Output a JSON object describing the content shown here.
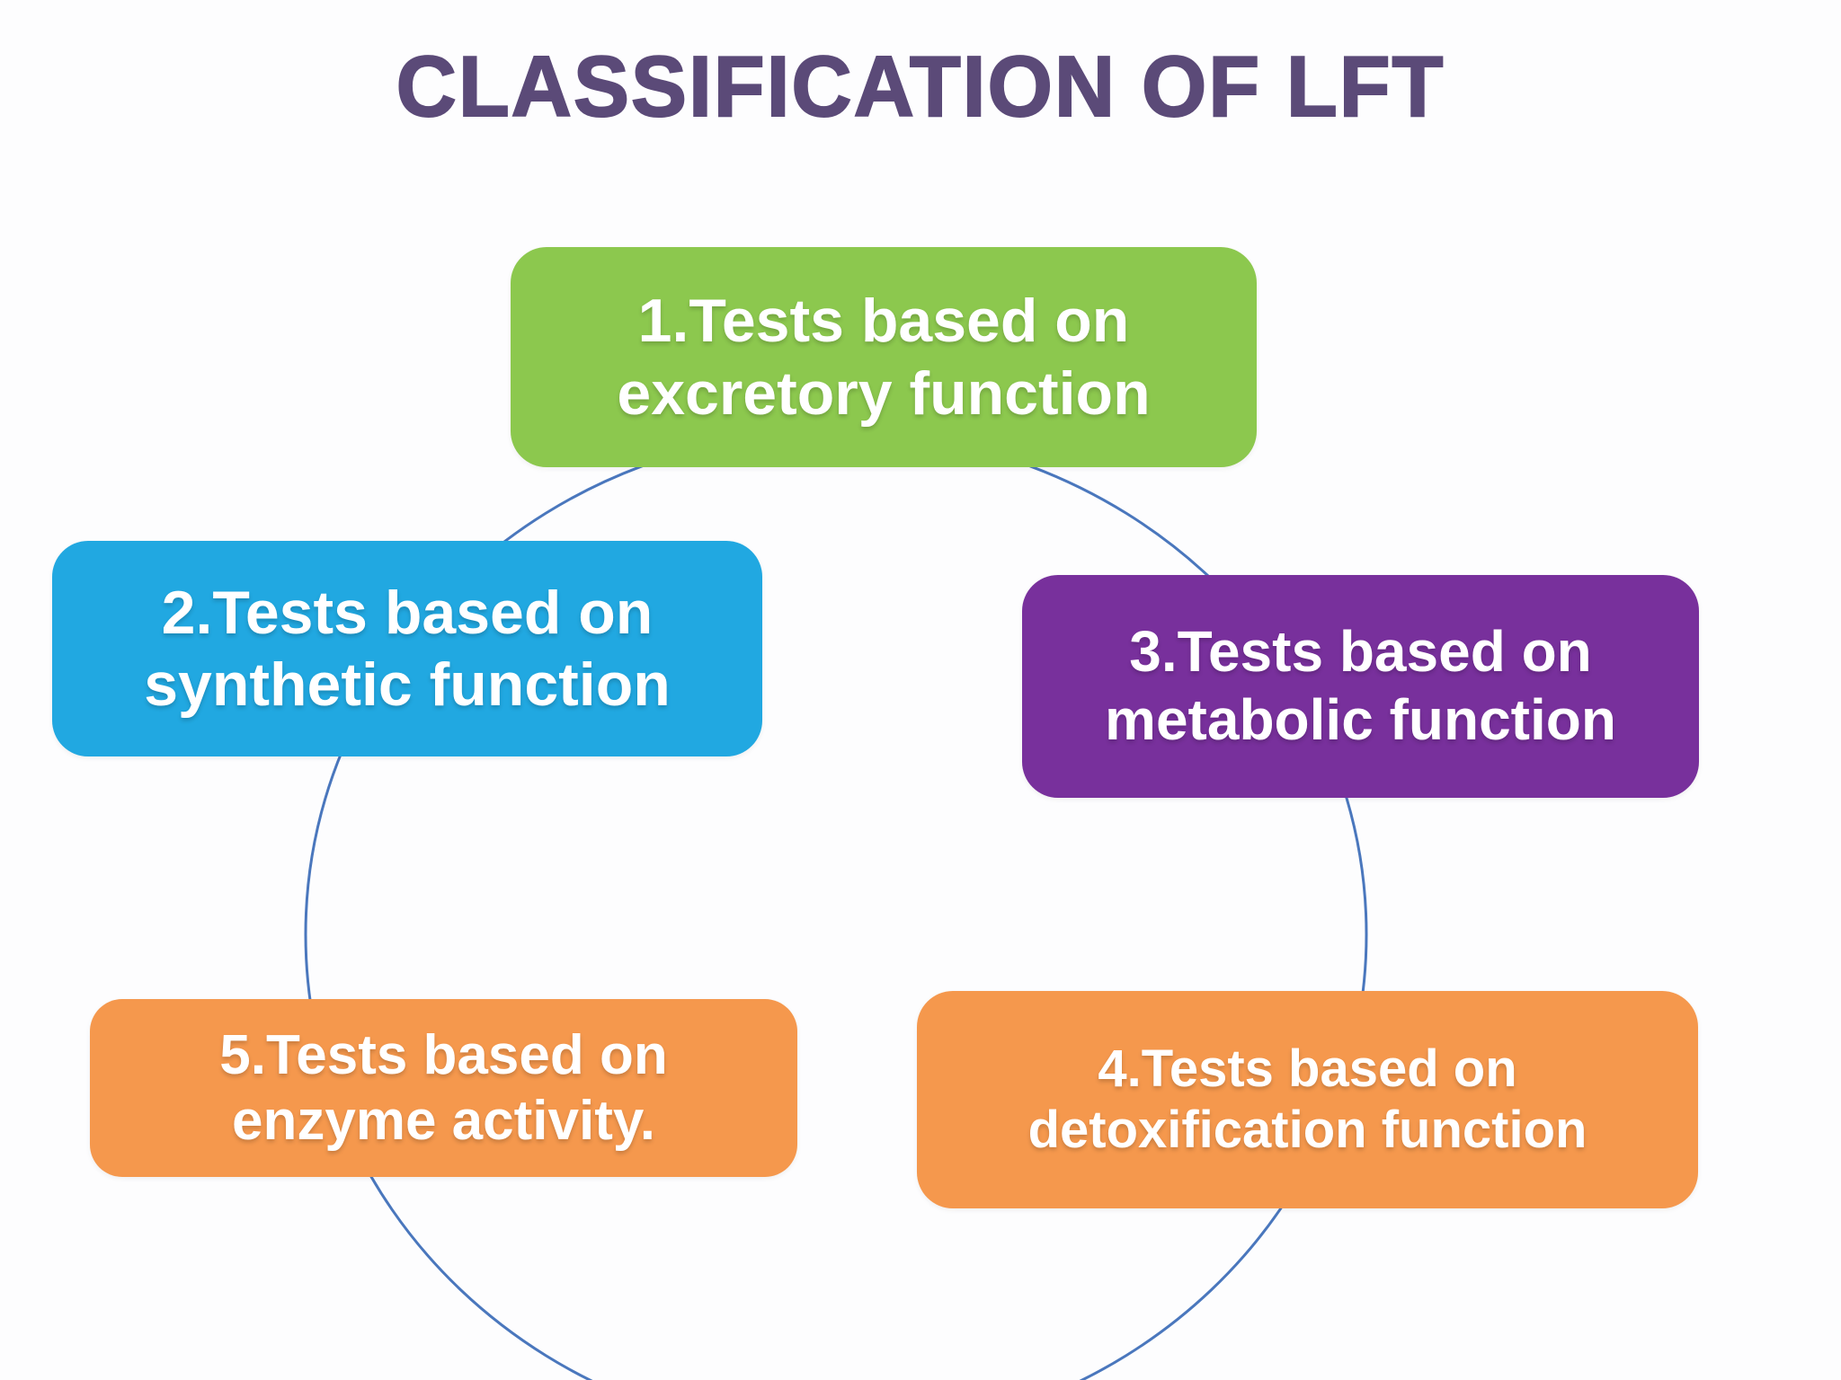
{
  "title": {
    "text": "CLASSIFICATION OF LFT",
    "color": "#5b4a78"
  },
  "diagram": {
    "type": "cycle",
    "circle_color": "#4a77bd",
    "text_color": "#ffffff",
    "nodes": [
      {
        "id": "1",
        "color": "#8cc84e",
        "lines": [
          "1.Tests based on",
          "excretory function"
        ]
      },
      {
        "id": "2",
        "color": "#21a8e1",
        "lines": [
          "2.Tests based on",
          "synthetic function"
        ]
      },
      {
        "id": "3",
        "color": "#78309c",
        "lines": [
          "3.Tests based on",
          "metabolic function"
        ]
      },
      {
        "id": "4",
        "color": "#f5984d",
        "lines": [
          "4.Tests based on",
          "detoxification function"
        ]
      },
      {
        "id": "5",
        "color": "#f5984d",
        "lines": [
          "5.Tests based on",
          "enzyme activity."
        ]
      }
    ]
  }
}
